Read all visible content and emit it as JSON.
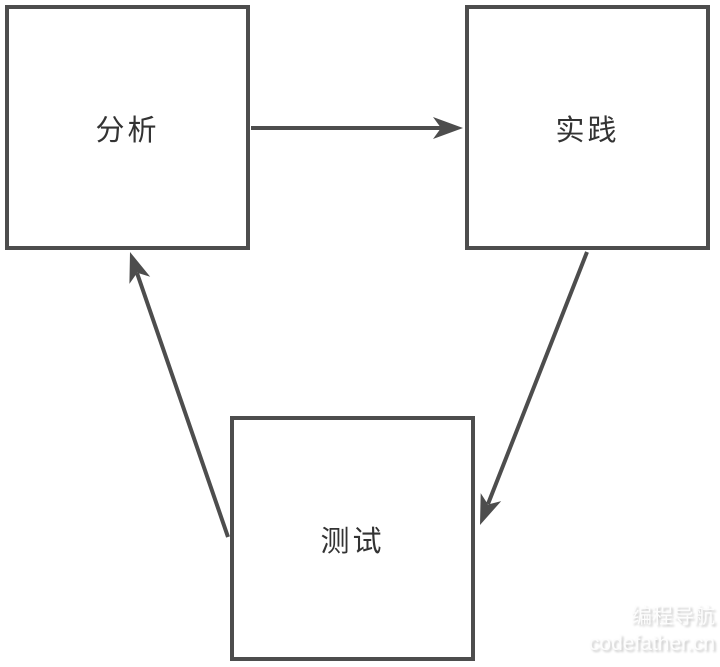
{
  "diagram": {
    "type": "flow-cycle",
    "nodes": [
      {
        "id": "analysis",
        "label": "分析"
      },
      {
        "id": "practice",
        "label": "实践"
      },
      {
        "id": "test",
        "label": "测试"
      }
    ],
    "edges": [
      {
        "from": "analysis",
        "to": "practice",
        "direction": "right"
      },
      {
        "from": "practice",
        "to": "test",
        "direction": "down-left"
      },
      {
        "from": "test",
        "to": "analysis",
        "direction": "up-left"
      }
    ],
    "colors": {
      "stroke": "#4d4d4d",
      "text": "#333333",
      "node_fill": "#ffffff",
      "background": "#ffffff",
      "watermark": "#fdfdfd",
      "watermark_shadow": "#c8c8c8"
    }
  },
  "watermark": {
    "line1": "编程导航",
    "line2": "codefather.cn"
  }
}
